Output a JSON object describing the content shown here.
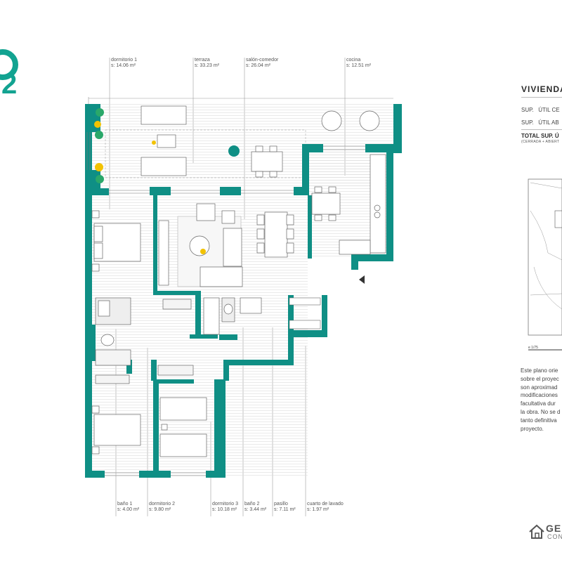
{
  "plan_number": "2",
  "rooms_top": [
    {
      "name": "dormitorio 1",
      "area": "s: 14.06 m²"
    },
    {
      "name": "terraza",
      "area": "s: 33.23 m²"
    },
    {
      "name": "salón-comedor",
      "area": "s: 26.04 m²"
    },
    {
      "name": "cocina",
      "area": "s: 12.51 m²"
    }
  ],
  "rooms_bottom": [
    {
      "name": "baño 1",
      "area": "s: 4.00 m²"
    },
    {
      "name": "dormitorio 2",
      "area": "s: 9.80 m²"
    },
    {
      "name": "dormitorio 3",
      "area": "s: 10.18 m²"
    },
    {
      "name": "baño 2",
      "area": "s: 3.44 m²"
    },
    {
      "name": "pasillo",
      "area": "s: 7.11 m²"
    },
    {
      "name": "cuarto de lavado",
      "area": "s: 1.97 m²"
    }
  ],
  "panel": {
    "title": "VIVIENDA",
    "sup_label": "SUP.",
    "util_cerrada": "ÚTIL CE",
    "util_abierta": "ÚTIL AB",
    "total": "TOTAL SUP. Ú",
    "total_sub": "(CERRADA + ABIERT",
    "scale": "e 1/75",
    "note_lines": [
      "Este plano orie",
      "sobre el proyec",
      "son aproximad",
      "modificaciones",
      "facultativa dur",
      "la obra. No se d",
      "tanto definitiva",
      "proyecto."
    ]
  },
  "brand": {
    "line1": "GE",
    "line2": "CON"
  },
  "colors": {
    "wall": "#0f8f85",
    "accent": "#f2c200",
    "logo_teal": "#12a391",
    "hatch": "#d8d8d8"
  }
}
